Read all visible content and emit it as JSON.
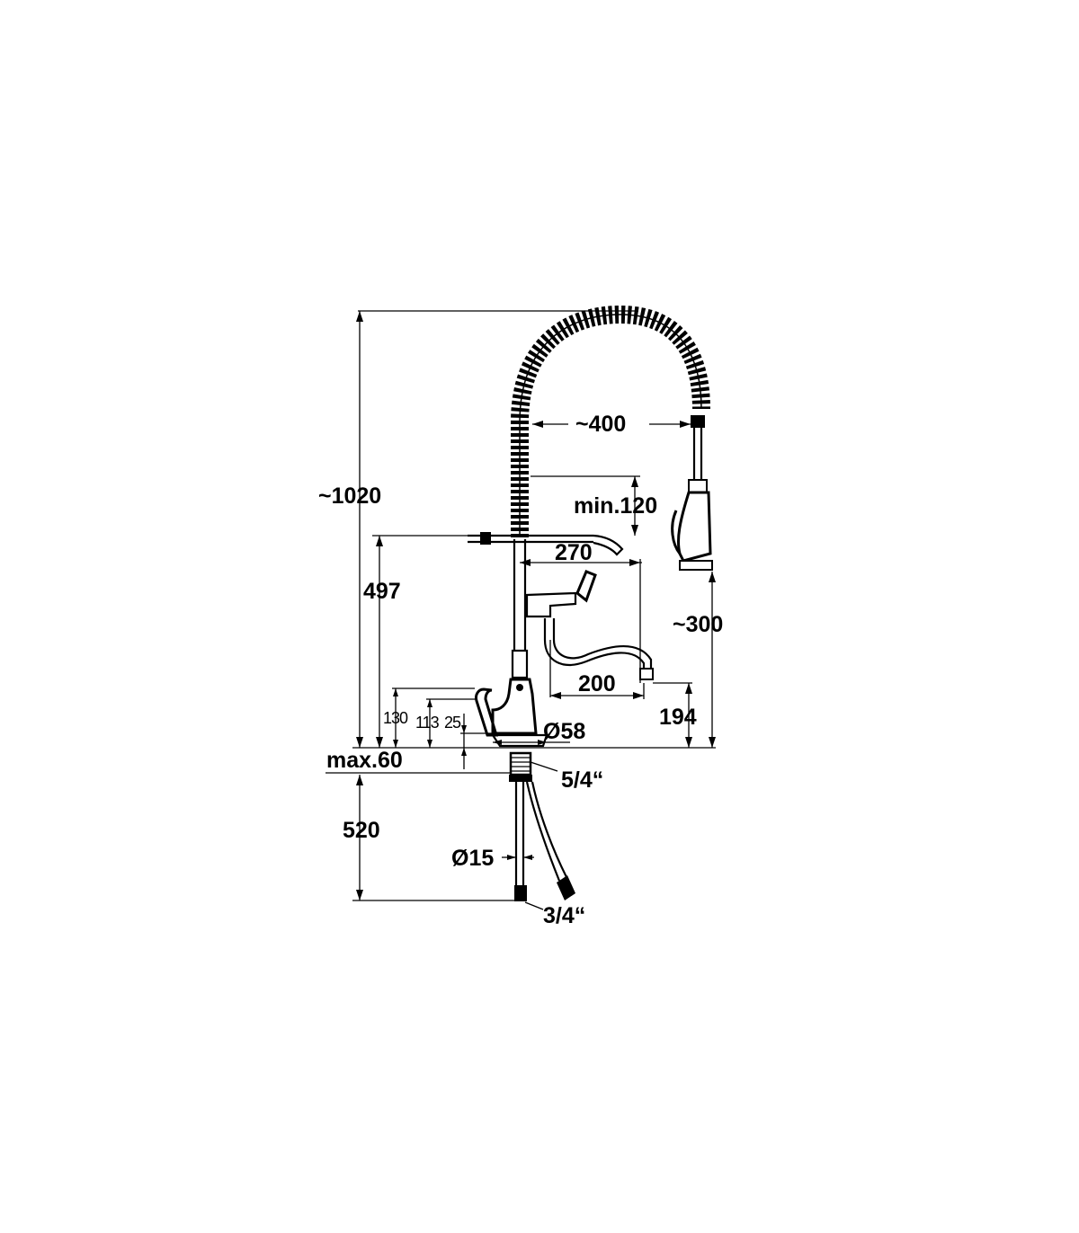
{
  "diagram": {
    "colors": {
      "line": "#000000",
      "background": "#ffffff"
    },
    "dimensions": {
      "overall_height": "~1020",
      "spring_width": "~400",
      "min_120": "min.120",
      "spout_reach_270": "270",
      "height_497": "497",
      "filler_reach_200": "200",
      "spray_height": "~300",
      "filler_height": "194",
      "lever_130": "130",
      "lever_113": "113",
      "lever_25": "25",
      "body_diameter": "Ø58",
      "deck_thickness": "max.60",
      "thread_inlet": "5/4“",
      "hose_length": "520",
      "hose_diameter": "Ø15",
      "hose_connection": "3/4“"
    }
  }
}
